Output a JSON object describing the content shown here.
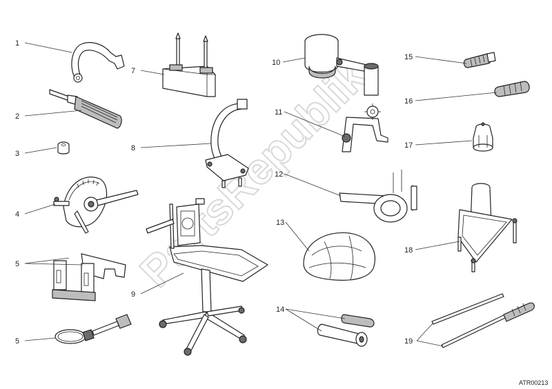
{
  "diagram": {
    "reference_code": "ATR00213",
    "watermark": "PartsRepublik",
    "callouts": [
      {
        "id": "c1",
        "label": "1"
      },
      {
        "id": "c2",
        "label": "2"
      },
      {
        "id": "c3",
        "label": "3"
      },
      {
        "id": "c4",
        "label": "4"
      },
      {
        "id": "c5a",
        "label": "5"
      },
      {
        "id": "c5b",
        "label": "5"
      },
      {
        "id": "c7",
        "label": "7"
      },
      {
        "id": "c8",
        "label": "8"
      },
      {
        "id": "c9",
        "label": "9"
      },
      {
        "id": "c10",
        "label": "10"
      },
      {
        "id": "c11",
        "label": "11"
      },
      {
        "id": "c12",
        "label": "12"
      },
      {
        "id": "c13",
        "label": "13"
      },
      {
        "id": "c14",
        "label": "14"
      },
      {
        "id": "c15",
        "label": "15"
      },
      {
        "id": "c16",
        "label": "16"
      },
      {
        "id": "c17",
        "label": "17"
      },
      {
        "id": "c18",
        "label": "18"
      },
      {
        "id": "c19",
        "label": "19"
      }
    ]
  }
}
